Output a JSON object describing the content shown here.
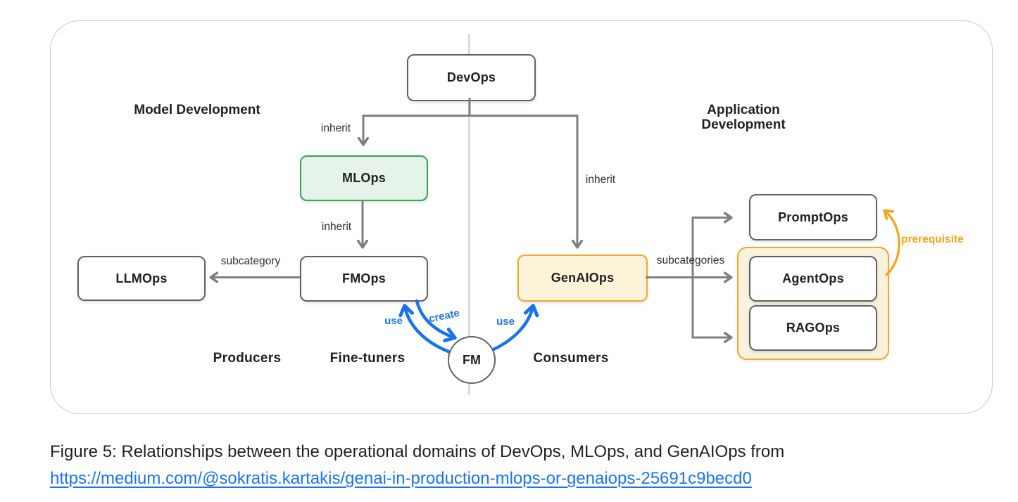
{
  "figure": {
    "section_labels": {
      "left": "Model Development",
      "right": "Application Development"
    },
    "nodes": {
      "devops": "DevOps",
      "mlops": "MLOps",
      "fmops": "FMOps",
      "llmops": "LLMOps",
      "genaiops": "GenAIOps",
      "promptops": "PromptOps",
      "agentops": "AgentOps",
      "ragops": "RAGOps",
      "fm": "FM"
    },
    "edge_labels": {
      "inherit_mlops": "inherit",
      "inherit_fmops": "inherit",
      "inherit_genaiops": "inherit",
      "subcategory": "subcategory",
      "subcategories": "subcategories",
      "use_left": "use",
      "create": "create",
      "use_right": "use",
      "prerequisite": "prerequisite"
    },
    "role_labels": {
      "producers": "Producers",
      "fine_tuners": "Fine-tuners",
      "consumers": "Consumers"
    },
    "colors": {
      "connector_gray": "#7c8085",
      "box_border_gray": "#5f6368",
      "green_border": "#35a457",
      "green_fill": "#e6f3e8",
      "yellow_border": "#f3a72c",
      "yellow_fill": "#fdf3d9",
      "blue": "#1a73e8",
      "orange_label": "#f2a41d",
      "link_blue": "#1a73e8"
    }
  },
  "caption": {
    "text": "Figure 5: Relationships between the operational domains of DevOps, MLOps, and GenAIOps from",
    "link_text": "https://medium.com/@sokratis.kartakis/genai-in-production-mlops-or-genaiops-25691c9becd0"
  }
}
